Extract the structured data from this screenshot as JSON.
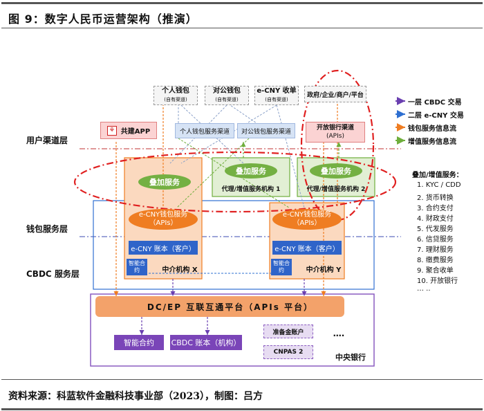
{
  "header": {
    "title": "图 9：数字人民币运营架构（推演）"
  },
  "footer": {
    "source": "资料来源：科蓝软件金融科技事业部（2023），制图：吕方"
  },
  "layers": {
    "user_channel": "用户渠道层",
    "wallet_service": "钱包服务层",
    "cbdc_service": "CBDC 服务层"
  },
  "top_wallets": [
    {
      "label": "个人钱包",
      "sub": "(自有渠道)"
    },
    {
      "label": "对公钱包",
      "sub": "(自有渠道)"
    },
    {
      "label": "e-CNY 收单",
      "sub": "(自有渠道)"
    },
    {
      "label": "政府/企业/商户/平台",
      "sub": ""
    }
  ],
  "channels": {
    "jointapp": "共建APP",
    "personal": "个人钱包服务渠道",
    "corporate": "对公钱包服务渠道",
    "open_bank": "开放银行渠道",
    "open_bank_sub": "(APIs)"
  },
  "overlay": {
    "label": "叠加服务",
    "agent1": "代理/增值服务机构 1",
    "agent2": "代理/增值服务机构 2"
  },
  "wallet": {
    "x_label": "e-CNY钱包服务（APIs）",
    "y_label": "e-CNY钱包服务（APIs）",
    "account": "e-CNY 账本（客户）",
    "smart_contract": "智能合约",
    "inst_x": "中介机构 X",
    "inst_y": "中介机构 Y"
  },
  "central": {
    "platform": "DC/EP 互联互通平台（APIs 平台）",
    "smart_contract": "智能合约",
    "cbdc_account": "CBDC 账本（机构）",
    "reserve": "准备金账户",
    "cnaps": "CNPAS 2",
    "dots": "….",
    "bank": "中央银行"
  },
  "legend": [
    {
      "label": "一层 CBDC 交易",
      "color": "#6a3fb0"
    },
    {
      "label": "二层 e-CNY 交易",
      "color": "#2e6fd1"
    },
    {
      "label": "钱包服务信息流",
      "color": "#ef7d22"
    },
    {
      "label": "增值服务信息流",
      "color": "#6fae3c"
    }
  ],
  "services": {
    "title": "叠加/增值服务：",
    "items": [
      "1.  KYC / CDD",
      "2.  货币转换",
      "3.  合约支付",
      "4.  财政支付",
      "5.  代发服务",
      "6.  信贷服务",
      "7.  理财服务",
      "8.  缴费服务",
      "9.  聚合收单",
      "10. 开放银行",
      "… .."
    ]
  },
  "colors": {
    "orange": "#ef7d22",
    "light_orange": "#fbd9bf",
    "green": "#6fae3c",
    "light_green": "#e2efd4",
    "blue": "#2e6fd1",
    "light_blue": "#d6e3f5",
    "purple": "#6a3fb0",
    "light_purple": "#e7dcf2",
    "red": "#e02020",
    "pink": "#fbd3d3"
  }
}
